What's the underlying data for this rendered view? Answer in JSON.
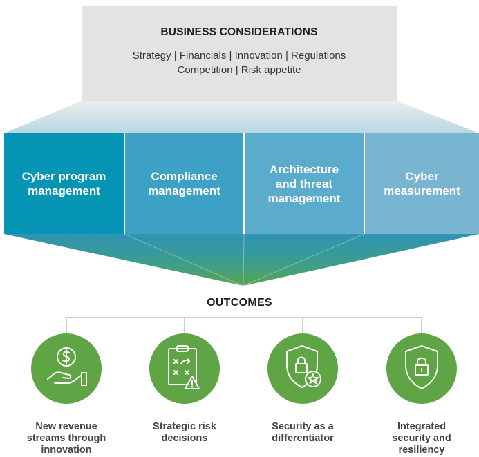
{
  "business": {
    "title": "BUSINESS CONSIDERATIONS",
    "line1": "Strategy | Financials | Innovation | Regulations",
    "line2": "Competition | Risk appetite"
  },
  "pillars": [
    {
      "line1": "Cyber program",
      "line2": "management",
      "line3": ""
    },
    {
      "line1": "Compliance",
      "line2": "management",
      "line3": ""
    },
    {
      "line1": "Architecture",
      "line2": "and threat",
      "line3": "management"
    },
    {
      "line1": "Cyber",
      "line2": "measurement",
      "line3": ""
    }
  ],
  "colors": {
    "pillar1": "#0594b3",
    "pillar2": "#3da1c5",
    "pillar3": "#5aabcc",
    "pillar4": "#79b5d1",
    "outcome_green": "#5fa546",
    "business_box": "#e3e3e3"
  },
  "outcomes_title": "OUTCOMES",
  "outcomes": [
    {
      "icon": "dollar-hand-icon",
      "line1": "New revenue",
      "line2": "streams through",
      "line3": "innovation"
    },
    {
      "icon": "clipboard-strategy-icon",
      "line1": "Strategic risk",
      "line2": "decisions",
      "line3": ""
    },
    {
      "icon": "shield-lock-badge-icon",
      "line1": "Security as a",
      "line2": "differentiator",
      "line3": ""
    },
    {
      "icon": "shield-lock-icon",
      "line1": "Integrated",
      "line2": "security and",
      "line3": "resiliency"
    }
  ]
}
